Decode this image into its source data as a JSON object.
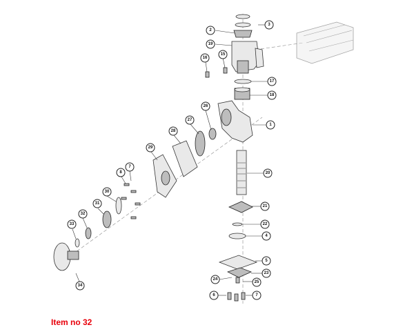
{
  "caption": "Item no 32",
  "colors": {
    "caption": "#e8000b",
    "lines": "#333333",
    "parts": "#e9e9e9"
  },
  "callouts": [
    "3",
    "2",
    "19",
    "16",
    "15",
    "17",
    "18",
    "26",
    "1",
    "27",
    "28",
    "29",
    "20",
    "8",
    "7",
    "30",
    "31",
    "32",
    "33",
    "21",
    "22",
    "4",
    "5",
    "34",
    "23",
    "24",
    "25",
    "6",
    "7"
  ]
}
